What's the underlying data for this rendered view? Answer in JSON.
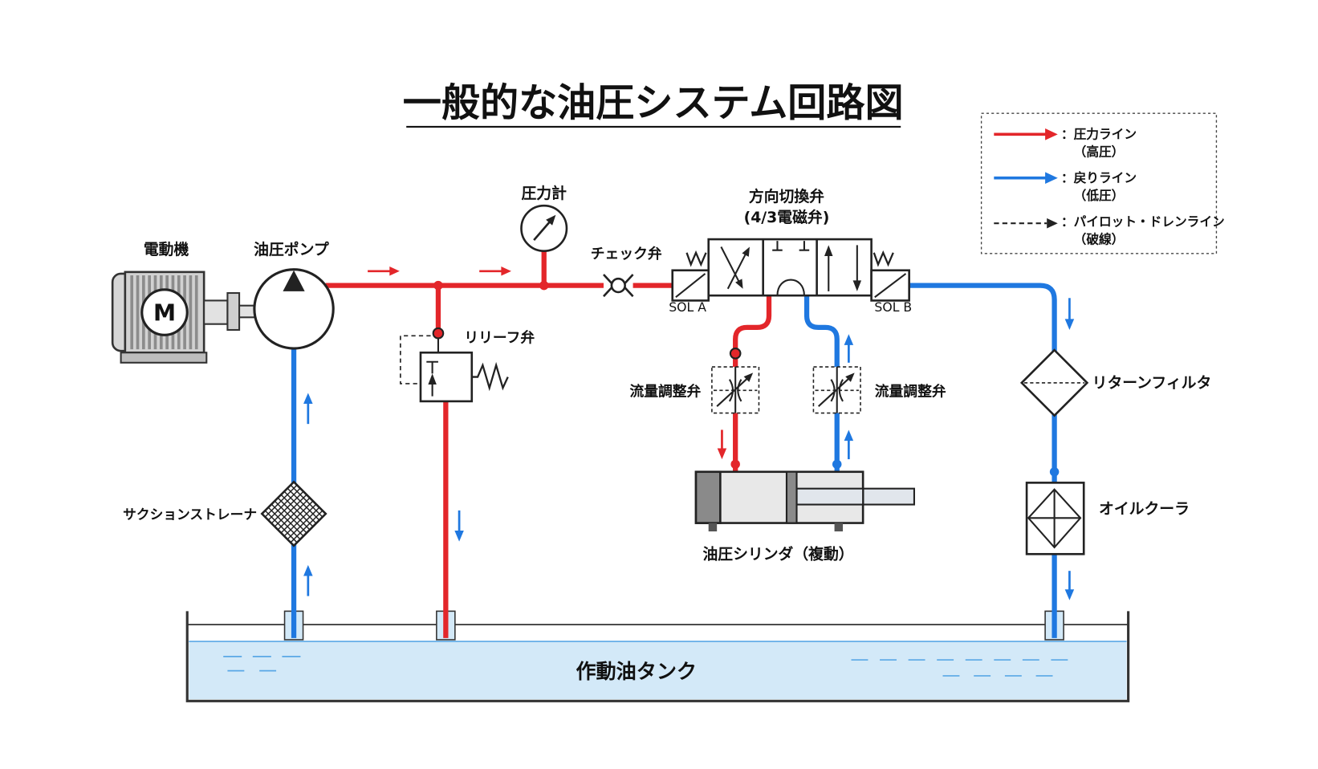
{
  "title": "一般的な油圧システム回路図",
  "colors": {
    "pressure_line": "#e3262a",
    "return_line": "#1f78e0",
    "tank_fluid": "#d3e9f8"
  },
  "legend": {
    "items": [
      {
        "label": "：圧力ライン",
        "sub": "（高圧）"
      },
      {
        "label": "：戻りライン",
        "sub": "（低圧）"
      },
      {
        "label": "：パイロット・ドレンライン",
        "sub": "（破線）"
      }
    ]
  },
  "components": {
    "motor": {
      "label": "電動機",
      "symbol": "M"
    },
    "pump": {
      "label": "油圧ポンプ"
    },
    "pressure_gauge": {
      "label": "圧力計"
    },
    "check_valve": {
      "label": "チェック弁"
    },
    "directional_valve": {
      "label": "方向切換弁",
      "sub": "(4/3電磁弁)",
      "sol_a": "SOL A",
      "sol_b": "SOL B"
    },
    "relief_valve": {
      "label": "リリーフ弁"
    },
    "flow_control_left": {
      "label": "流量調整弁"
    },
    "flow_control_right": {
      "label": "流量調整弁"
    },
    "return_filter": {
      "label": "リターンフィルタ"
    },
    "oil_cooler": {
      "label": "オイルクーラ"
    },
    "cylinder": {
      "label": "油圧シリンダ（複動）"
    },
    "suction_strainer": {
      "label": "サクションストレーナ"
    },
    "tank": {
      "label": "作動油タンク"
    }
  }
}
